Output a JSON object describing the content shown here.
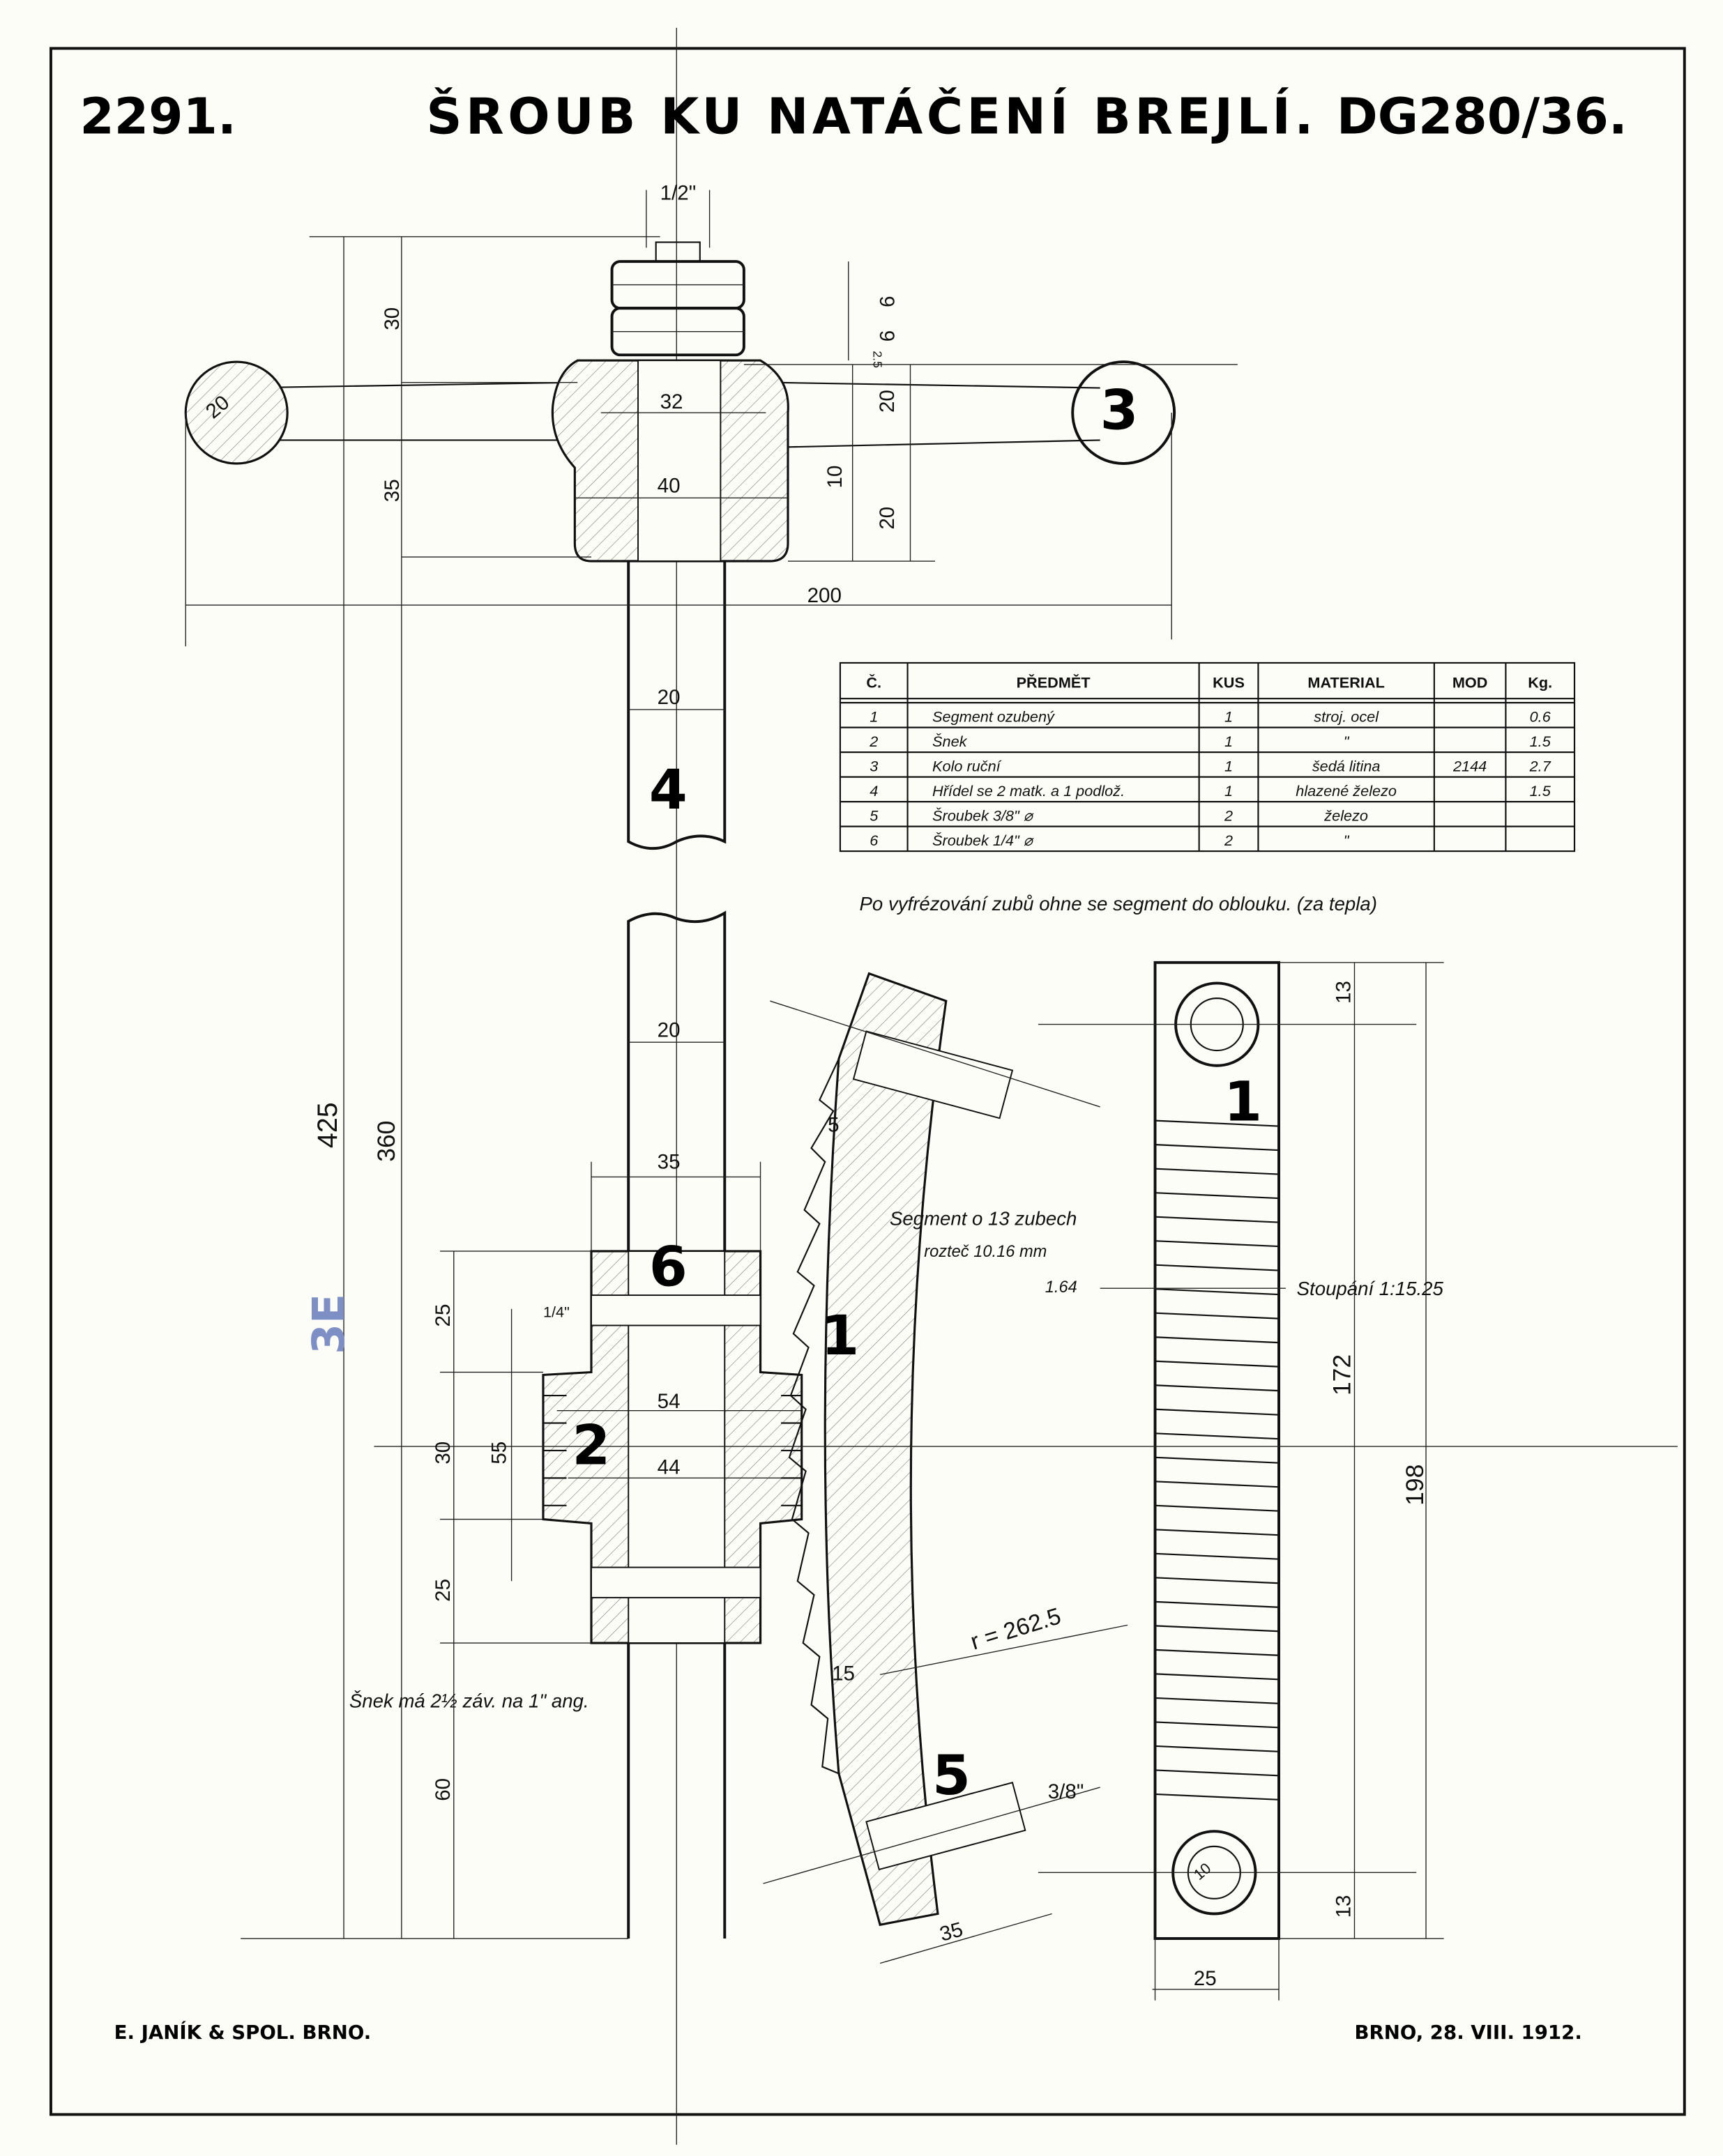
{
  "title": {
    "number": "2291.",
    "text": "ŠROUB KU NATÁČENÍ BREJLÍ.",
    "code": "DG280/36."
  },
  "parts_table": {
    "headers": [
      "Č.",
      "PŘEDMĚT",
      "KUS",
      "MATERIAL",
      "MOD",
      "Kg."
    ],
    "rows": [
      [
        "1",
        "Segment ozubený",
        "1",
        "stroj. ocel",
        "",
        "0.6"
      ],
      [
        "2",
        "Šnek",
        "1",
        "\"",
        "",
        "1.5"
      ],
      [
        "3",
        "Kolo ruční",
        "1",
        "šedá litina",
        "2144",
        "2.7"
      ],
      [
        "4",
        "Hřídel se 2 matk. a 1 podlož.",
        "1",
        "hlazené železo",
        "",
        "1.5"
      ],
      [
        "5",
        "Šroubek 3/8\" ⌀",
        "2",
        "železo",
        "",
        ""
      ],
      [
        "6",
        "Šroubek 1/4\" ⌀",
        "2",
        "\"",
        "",
        ""
      ]
    ]
  },
  "notes": {
    "bend": "Po vyfrézování zubů ohne se segment do oblouku. (za tepla)",
    "segment_line1": "Segment o 13 zubech",
    "segment_line2": "rozteč 10.16 mm",
    "pitch": "Stoupání 1:15.25",
    "pitch_dim": "1.64",
    "worm": "Šnek má 2½ záv. na 1\" ang."
  },
  "part_labels": {
    "p1a": "1",
    "p1b": "1",
    "p2": "2",
    "p3": "3",
    "p4": "4",
    "p5": "5",
    "p6": "6"
  },
  "dims": {
    "half_inch": "1/2\"",
    "d30a": "30",
    "d35a": "35",
    "d9a": "9",
    "d9b": "9",
    "d25s": "2.5",
    "d32": "32",
    "d40": "40",
    "d20a": "20",
    "d20b": "20",
    "d10a": "10",
    "d20ball": "20",
    "d200": "200",
    "d20s1": "20",
    "d20s2": "20",
    "d425": "425",
    "d360": "360",
    "d35b": "35",
    "d25a": "25",
    "quarter_inch": "1/4\"",
    "d54": "54",
    "d44": "44",
    "d30b": "30",
    "d55": "55",
    "d25b": "25",
    "d60": "60",
    "d5": "5",
    "d15": "15",
    "radius": "r = 262.5",
    "three_eighths": "3/8\"",
    "d35c": "35",
    "d13a": "13",
    "d172": "172",
    "d198": "198",
    "d13b": "13",
    "d10b": "10",
    "d25c": "25"
  },
  "stamp": "3E",
  "footer": {
    "company": "E. JANÍK & SPOL. BRNO.",
    "date": "BRNO, 28. VIII. 1912."
  }
}
